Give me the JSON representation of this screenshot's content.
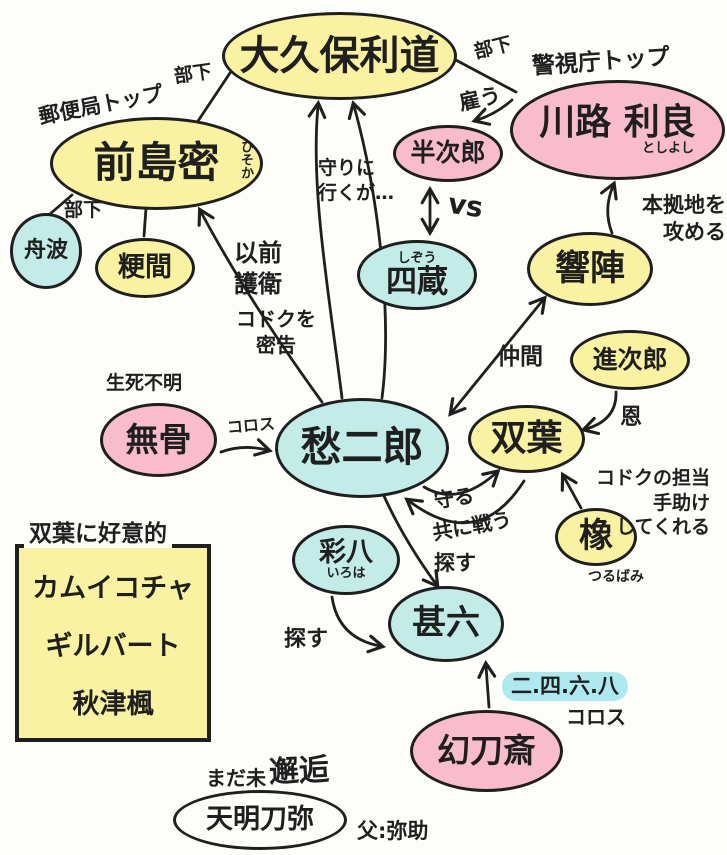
{
  "colors": {
    "yellow": "#f8f2a2",
    "pink": "#f8bccd",
    "cyan": "#c3ece8",
    "highlight": "#aee9f0",
    "ink": "#1f1f1f",
    "bg": "#fdfdfa"
  },
  "nodes": {
    "okubo": {
      "label": "大久保利道"
    },
    "maejima": {
      "label": "前島密",
      "ruby": "ひそか"
    },
    "kawaji": {
      "label": "川路 利良",
      "ruby": "としよし"
    },
    "hanjiro": {
      "label": "半次郎"
    },
    "funanami": {
      "label": "舟波"
    },
    "urume": {
      "label": "粳間"
    },
    "shizo": {
      "label": "四蔵",
      "ruby": "しぞう"
    },
    "kyojin": {
      "label": "響陣"
    },
    "shinjiro": {
      "label": "進次郎"
    },
    "mukotsu": {
      "label": "無骨",
      "note": "生死不明"
    },
    "shujiro": {
      "label": "愁二郎"
    },
    "futaba": {
      "label": "双葉"
    },
    "tsurubami": {
      "label": "橡",
      "ruby": "つるばみ"
    },
    "iroha": {
      "label": "彩八",
      "ruby": "いろは"
    },
    "jinroku": {
      "label": "甚六"
    },
    "gentosai": {
      "label": "幻刀斎"
    },
    "tenmei": {
      "label": "天明刀弥",
      "note_small": "まだ未",
      "note_large": "邂逅",
      "side": "父:弥助"
    }
  },
  "edges": {
    "yubinkyoku": "郵便局トップ",
    "keishicho": "警視庁トップ",
    "buka_maejima": "部下",
    "buka_kawaji": "部下",
    "buka_funanami": "部下",
    "yatou": "雇う",
    "mamori": "守りに\n行くが…",
    "vs": "vs",
    "honkyochi": "本拠地を\n攻める",
    "izen": "以前\n護衛",
    "mikkoku": "コドクを\n密告",
    "nakama": "仲間",
    "on": "恩",
    "korosu1": "コロス",
    "mamoru": "守る",
    "tomoni": "共に戦う",
    "tanto": "コドクの担当\n手助け\nしてくれる",
    "sagasu1": "探す",
    "sagasu2": "探す",
    "nishirokuhachi": "二.四.六.八",
    "korosu2": "コロス"
  },
  "box": {
    "title": "双葉に好意的",
    "items": [
      "カムイコチャ",
      "ギルバート",
      "秋津楓"
    ]
  }
}
